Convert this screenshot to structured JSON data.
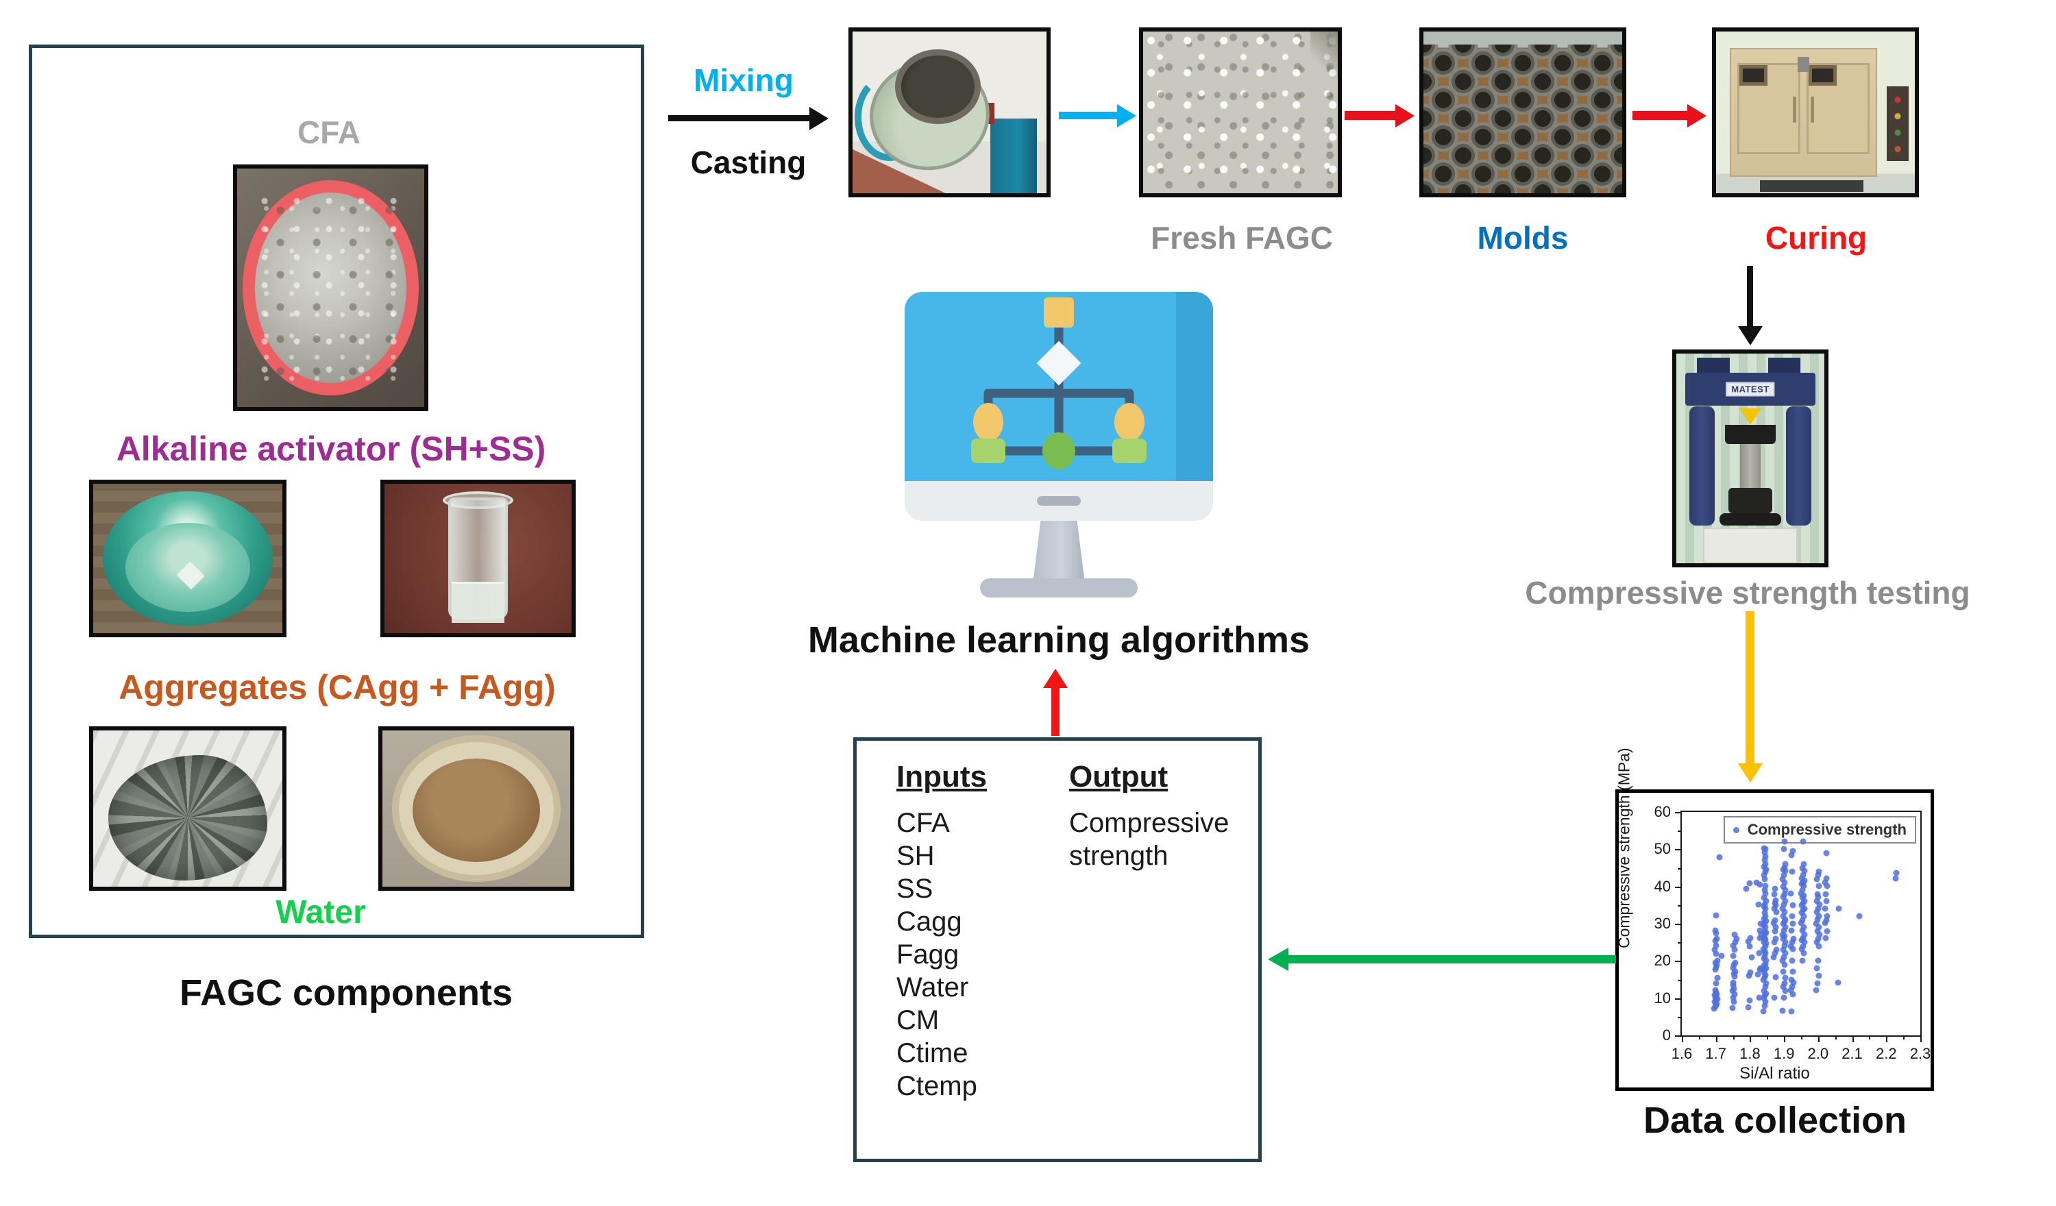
{
  "left_panel": {
    "caption": "FAGC components",
    "cfa_label": "CFA",
    "alkaline_label": "Alkaline activator (SH+SS)",
    "aggregates_label": "Aggregates (CAgg + FAgg)",
    "water_label": "Water"
  },
  "process_flow": {
    "mixing": "Mixing",
    "casting": "Casting",
    "fresh": "Fresh FAGC",
    "molds": "Molds",
    "curing": "Curing",
    "testing": "Compressive strength testing",
    "data_collection": "Data collection",
    "machine_brand": "MATEST"
  },
  "ml": {
    "caption": "Machine learning algorithms"
  },
  "io_box": {
    "inputs_header": "Inputs",
    "inputs": [
      "CFA",
      "SH",
      "SS",
      "Cagg",
      "Fagg",
      "Water",
      "CM",
      "Ctime",
      "Ctemp"
    ],
    "output_header": "Output",
    "output_value": "Compressive strength"
  },
  "colors": {
    "mixing_cyan": "#00b0f0",
    "molds_blue": "#0070c0",
    "curing_red": "#fe1111",
    "arrow_red": "#e8111a",
    "arrow_green": "#00b050",
    "arrow_yellow": "#ffc000",
    "arrow_black": "#111111",
    "purple_label": "#a02b93",
    "orange_label": "#c8581b",
    "water_green": "#12d14b",
    "gray_label": "#8c8c8c",
    "cfa_gray": "#a8a8a8",
    "box_border": "#24424e",
    "scatter_point": "#4f6edd",
    "monitor_screen": "#47b7e9"
  },
  "chart_data": {
    "type": "scatter",
    "title": "",
    "xlabel": "Si/Al ratio",
    "ylabel": "Compressive strength (MPa)",
    "xlim": [
      1.6,
      2.3
    ],
    "ylim": [
      0,
      60
    ],
    "x_ticks": [
      1.6,
      1.7,
      1.8,
      1.9,
      2.0,
      2.1,
      2.2,
      2.3
    ],
    "y_ticks": [
      0,
      10,
      20,
      30,
      40,
      50,
      60
    ],
    "x_minor_step": 0.05,
    "y_minor_step": 5,
    "grid": false,
    "legend": {
      "label": "Compressive strength",
      "position": "top-right"
    },
    "series": [
      {
        "name": "Compressive strength",
        "marker": "circle",
        "color": "#4f6edd",
        "points": [
          [
            1.695,
            7.2
          ],
          [
            1.698,
            7.8
          ],
          [
            1.7,
            8.1
          ],
          [
            1.703,
            8.4
          ],
          [
            1.696,
            9.0
          ],
          [
            1.7,
            9.4
          ],
          [
            1.704,
            9.8
          ],
          [
            1.699,
            10.1
          ],
          [
            1.701,
            10.4
          ],
          [
            1.697,
            10.8
          ],
          [
            1.703,
            11.1
          ],
          [
            1.7,
            11.6
          ],
          [
            1.699,
            12.1
          ],
          [
            1.701,
            14.0
          ],
          [
            1.705,
            15.4
          ],
          [
            1.698,
            17.6
          ],
          [
            1.7,
            18.2
          ],
          [
            1.702,
            19.0
          ],
          [
            1.699,
            19.6
          ],
          [
            1.704,
            20.1
          ],
          [
            1.7,
            21.9
          ],
          [
            1.697,
            23.0
          ],
          [
            1.701,
            24.1
          ],
          [
            1.699,
            25.4
          ],
          [
            1.702,
            26.0
          ],
          [
            1.7,
            27.4
          ],
          [
            1.698,
            28.1
          ],
          [
            1.701,
            32.2
          ],
          [
            1.71,
            47.9
          ],
          [
            1.716,
            21.4
          ],
          [
            1.748,
            7.4
          ],
          [
            1.752,
            9.1
          ],
          [
            1.75,
            10.2
          ],
          [
            1.754,
            11.0
          ],
          [
            1.749,
            12.0
          ],
          [
            1.753,
            12.6
          ],
          [
            1.751,
            13.4
          ],
          [
            1.75,
            14.1
          ],
          [
            1.755,
            15.9
          ],
          [
            1.752,
            16.6
          ],
          [
            1.757,
            17.2
          ],
          [
            1.75,
            18.0
          ],
          [
            1.753,
            18.9
          ],
          [
            1.756,
            19.6
          ],
          [
            1.751,
            21.4
          ],
          [
            1.754,
            23.0
          ],
          [
            1.75,
            24.2
          ],
          [
            1.756,
            25.1
          ],
          [
            1.76,
            26.0
          ],
          [
            1.755,
            27.1
          ],
          [
            1.795,
            7.6
          ],
          [
            1.8,
            9.4
          ],
          [
            1.798,
            16.1
          ],
          [
            1.802,
            17.0
          ],
          [
            1.806,
            21.0
          ],
          [
            1.8,
            24.0
          ],
          [
            1.796,
            25.2
          ],
          [
            1.801,
            26.1
          ],
          [
            1.79,
            39.4
          ],
          [
            1.8,
            40.9
          ],
          [
            1.828,
            10.1
          ],
          [
            1.824,
            16.4
          ],
          [
            1.83,
            17.6
          ],
          [
            1.832,
            18.1
          ],
          [
            1.827,
            22.0
          ],
          [
            1.83,
            26.2
          ],
          [
            1.833,
            27.0
          ],
          [
            1.829,
            28.1
          ],
          [
            1.831,
            30.0
          ],
          [
            1.825,
            35.1
          ],
          [
            1.83,
            40.4
          ],
          [
            1.82,
            41.0
          ],
          [
            1.84,
            6.4
          ],
          [
            1.843,
            8.0
          ],
          [
            1.846,
            9.1
          ],
          [
            1.841,
            10.0
          ],
          [
            1.844,
            10.6
          ],
          [
            1.847,
            11.2
          ],
          [
            1.842,
            12.0
          ],
          [
            1.845,
            13.1
          ],
          [
            1.848,
            14.0
          ],
          [
            1.84,
            15.0
          ],
          [
            1.843,
            15.6
          ],
          [
            1.846,
            16.2
          ],
          [
            1.841,
            17.0
          ],
          [
            1.844,
            17.6
          ],
          [
            1.847,
            18.1
          ],
          [
            1.842,
            18.7
          ],
          [
            1.845,
            19.2
          ],
          [
            1.848,
            20.0
          ],
          [
            1.841,
            20.6
          ],
          [
            1.844,
            21.1
          ],
          [
            1.846,
            22.0
          ],
          [
            1.843,
            22.6
          ],
          [
            1.84,
            23.1
          ],
          [
            1.845,
            24.0
          ],
          [
            1.848,
            24.6
          ],
          [
            1.842,
            25.1
          ],
          [
            1.845,
            25.7
          ],
          [
            1.841,
            26.2
          ],
          [
            1.844,
            27.0
          ],
          [
            1.847,
            27.6
          ],
          [
            1.843,
            28.2
          ],
          [
            1.846,
            29.0
          ],
          [
            1.84,
            29.6
          ],
          [
            1.844,
            30.1
          ],
          [
            1.847,
            30.7
          ],
          [
            1.842,
            31.2
          ],
          [
            1.845,
            32.1
          ],
          [
            1.843,
            33.0
          ],
          [
            1.846,
            34.0
          ],
          [
            1.841,
            34.6
          ],
          [
            1.844,
            35.2
          ],
          [
            1.847,
            36.1
          ],
          [
            1.842,
            37.0
          ],
          [
            1.845,
            38.1
          ],
          [
            1.843,
            39.0
          ],
          [
            1.846,
            40.1
          ],
          [
            1.844,
            42.0
          ],
          [
            1.841,
            43.1
          ],
          [
            1.845,
            44.0
          ],
          [
            1.848,
            44.6
          ],
          [
            1.842,
            45.2
          ],
          [
            1.846,
            46.1
          ],
          [
            1.843,
            47.2
          ],
          [
            1.845,
            48.1
          ],
          [
            1.844,
            49.2
          ],
          [
            1.846,
            50.0
          ],
          [
            1.842,
            50.3
          ],
          [
            1.872,
            10.2
          ],
          [
            1.876,
            15.6
          ],
          [
            1.87,
            21.0
          ],
          [
            1.874,
            22.1
          ],
          [
            1.877,
            23.0
          ],
          [
            1.871,
            25.1
          ],
          [
            1.875,
            26.0
          ],
          [
            1.873,
            28.0
          ],
          [
            1.876,
            29.1
          ],
          [
            1.87,
            30.2
          ],
          [
            1.874,
            31.0
          ],
          [
            1.877,
            33.1
          ],
          [
            1.872,
            34.0
          ],
          [
            1.875,
            35.0
          ],
          [
            1.873,
            35.6
          ],
          [
            1.876,
            36.2
          ],
          [
            1.871,
            38.0
          ],
          [
            1.874,
            39.4
          ],
          [
            1.896,
            6.6
          ],
          [
            1.9,
            10.1
          ],
          [
            1.903,
            12.0
          ],
          [
            1.897,
            13.1
          ],
          [
            1.901,
            14.0
          ],
          [
            1.904,
            15.4
          ],
          [
            1.898,
            17.1
          ],
          [
            1.902,
            19.0
          ],
          [
            1.896,
            20.1
          ],
          [
            1.9,
            21.0
          ],
          [
            1.903,
            22.1
          ],
          [
            1.897,
            23.0
          ],
          [
            1.901,
            24.1
          ],
          [
            1.904,
            25.0
          ],
          [
            1.898,
            26.0
          ],
          [
            1.902,
            26.6
          ],
          [
            1.896,
            27.1
          ],
          [
            1.9,
            28.1
          ],
          [
            1.903,
            29.0
          ],
          [
            1.897,
            30.0
          ],
          [
            1.901,
            30.6
          ],
          [
            1.904,
            31.1
          ],
          [
            1.898,
            32.0
          ],
          [
            1.902,
            33.1
          ],
          [
            1.896,
            34.0
          ],
          [
            1.9,
            35.1
          ],
          [
            1.903,
            36.0
          ],
          [
            1.897,
            37.1
          ],
          [
            1.901,
            38.0
          ],
          [
            1.904,
            39.1
          ],
          [
            1.898,
            40.0
          ],
          [
            1.902,
            41.1
          ],
          [
            1.896,
            42.0
          ],
          [
            1.9,
            43.0
          ],
          [
            1.903,
            44.1
          ],
          [
            1.897,
            44.6
          ],
          [
            1.901,
            45.1
          ],
          [
            1.904,
            46.0
          ],
          [
            1.899,
            50.1
          ],
          [
            1.901,
            52.0
          ],
          [
            1.922,
            6.5
          ],
          [
            1.926,
            11.0
          ],
          [
            1.92,
            12.1
          ],
          [
            1.924,
            13.0
          ],
          [
            1.927,
            14.1
          ],
          [
            1.921,
            15.0
          ],
          [
            1.925,
            17.1
          ],
          [
            1.923,
            20.0
          ],
          [
            1.926,
            23.1
          ],
          [
            1.92,
            24.0
          ],
          [
            1.924,
            25.1
          ],
          [
            1.927,
            26.0
          ],
          [
            1.921,
            28.1
          ],
          [
            1.925,
            30.0
          ],
          [
            1.923,
            32.1
          ],
          [
            1.926,
            35.0
          ],
          [
            1.92,
            38.1
          ],
          [
            1.924,
            44.0
          ],
          [
            1.922,
            48.4
          ],
          [
            1.925,
            49.6
          ],
          [
            1.955,
            20.1
          ],
          [
            1.958,
            22.0
          ],
          [
            1.952,
            23.1
          ],
          [
            1.956,
            24.0
          ],
          [
            1.96,
            25.1
          ],
          [
            1.953,
            25.6
          ],
          [
            1.957,
            26.1
          ],
          [
            1.961,
            27.0
          ],
          [
            1.954,
            28.1
          ],
          [
            1.958,
            29.0
          ],
          [
            1.951,
            30.1
          ],
          [
            1.955,
            31.0
          ],
          [
            1.959,
            32.1
          ],
          [
            1.952,
            33.0
          ],
          [
            1.956,
            33.6
          ],
          [
            1.96,
            34.1
          ],
          [
            1.953,
            35.0
          ],
          [
            1.957,
            35.6
          ],
          [
            1.961,
            36.1
          ],
          [
            1.954,
            37.0
          ],
          [
            1.958,
            37.6
          ],
          [
            1.951,
            38.1
          ],
          [
            1.955,
            39.0
          ],
          [
            1.959,
            40.1
          ],
          [
            1.952,
            40.6
          ],
          [
            1.956,
            41.1
          ],
          [
            1.96,
            41.6
          ],
          [
            1.953,
            42.1
          ],
          [
            1.957,
            43.0
          ],
          [
            1.961,
            44.1
          ],
          [
            1.954,
            45.0
          ],
          [
            1.958,
            46.1
          ],
          [
            1.956,
            52.1
          ],
          [
            1.995,
            12.1
          ],
          [
            1.999,
            14.0
          ],
          [
            2.002,
            16.1
          ],
          [
            1.996,
            18.0
          ],
          [
            2.0,
            20.1
          ],
          [
            2.003,
            24.0
          ],
          [
            1.997,
            25.1
          ],
          [
            2.001,
            26.0
          ],
          [
            2.004,
            27.1
          ],
          [
            1.998,
            28.0
          ],
          [
            2.002,
            29.1
          ],
          [
            1.995,
            30.0
          ],
          [
            1.999,
            31.1
          ],
          [
            2.003,
            32.0
          ],
          [
            1.996,
            33.1
          ],
          [
            2.0,
            34.0
          ],
          [
            2.004,
            35.1
          ],
          [
            1.997,
            36.0
          ],
          [
            2.001,
            37.1
          ],
          [
            1.998,
            38.0
          ],
          [
            2.002,
            40.1
          ],
          [
            1.996,
            42.0
          ],
          [
            2.0,
            43.1
          ],
          [
            2.003,
            44.0
          ],
          [
            2.022,
            26.1
          ],
          [
            2.026,
            28.0
          ],
          [
            2.02,
            30.1
          ],
          [
            2.024,
            31.0
          ],
          [
            2.027,
            32.1
          ],
          [
            2.021,
            34.0
          ],
          [
            2.025,
            36.1
          ],
          [
            2.023,
            38.0
          ],
          [
            2.026,
            40.1
          ],
          [
            2.02,
            41.0
          ],
          [
            2.024,
            42.1
          ],
          [
            2.025,
            49.0
          ],
          [
            2.058,
            14.2
          ],
          [
            2.06,
            34.1
          ],
          [
            2.12,
            32.1
          ],
          [
            2.228,
            42.1
          ],
          [
            2.23,
            43.6
          ]
        ]
      }
    ]
  }
}
